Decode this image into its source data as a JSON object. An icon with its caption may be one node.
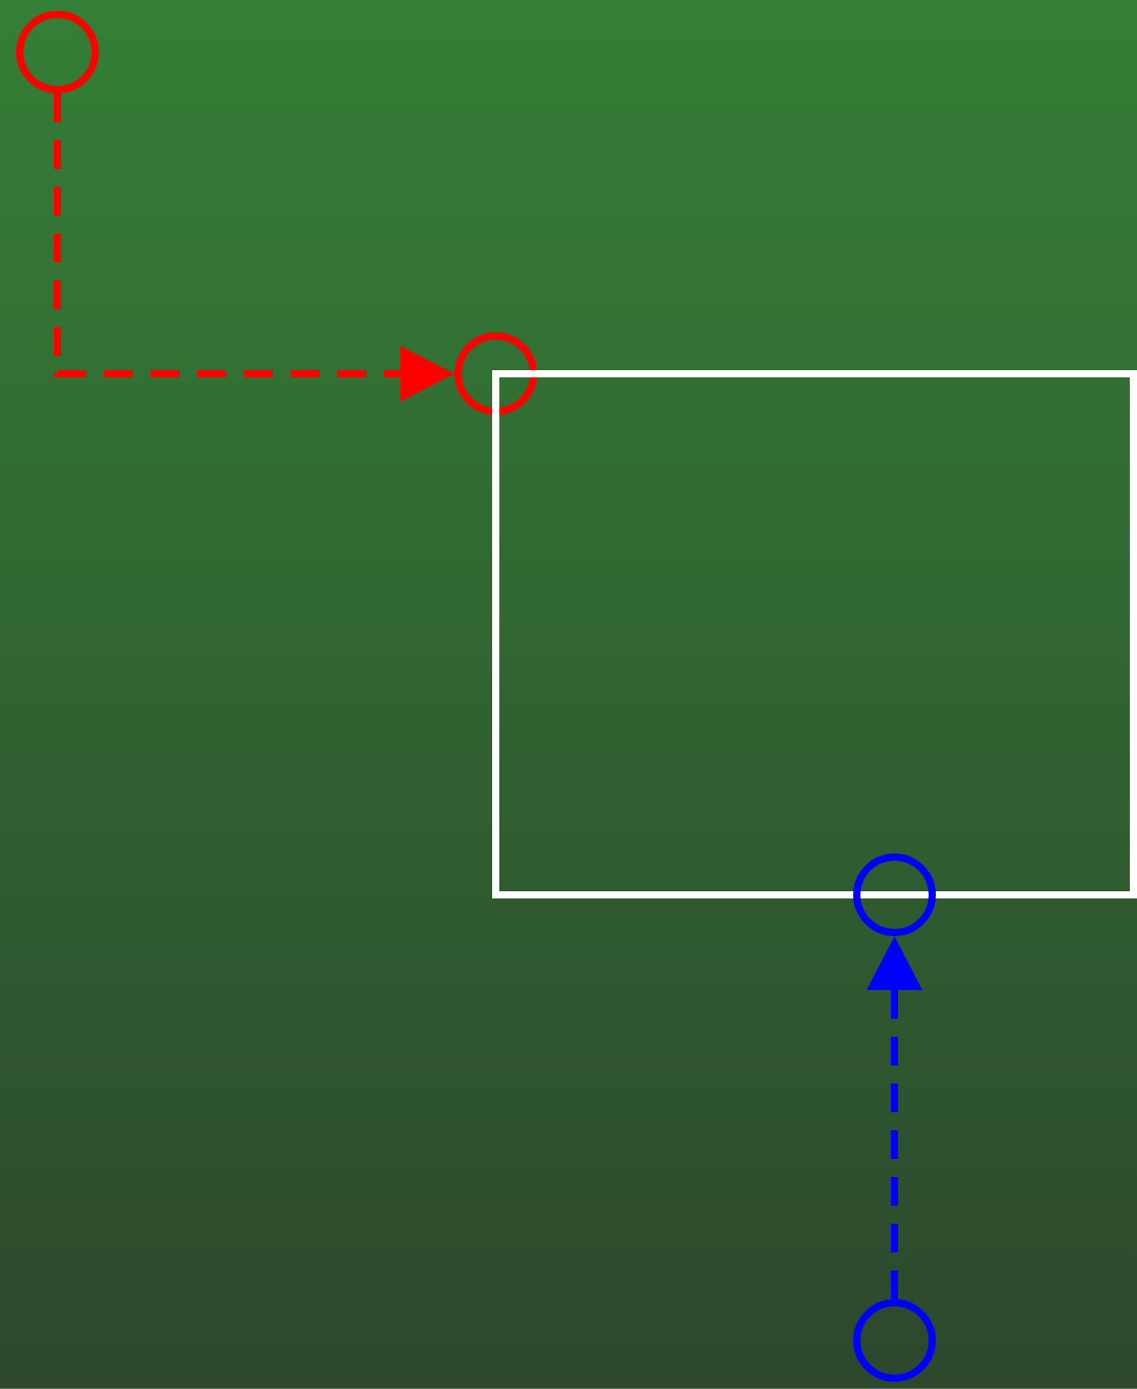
{
  "diagram": {
    "nodes": [
      {
        "text": [],
        "shape": "circle"
      },
      {
        "text": [],
        "shape": "circle"
      },
      {
        "text": [],
        "shape": "box"
      },
      {
        "text": [],
        "shape": "circle"
      },
      {
        "text": [],
        "shape": "circle"
      }
    ],
    "edges": [
      {
        "from": 0,
        "to": 1,
        "arrow": "to",
        "style": "dashed",
        "color": "#ff0000"
      },
      {
        "from": 4,
        "to": 3,
        "arrow": "to",
        "style": "dashed",
        "color": "#0000ff"
      }
    ]
  }
}
